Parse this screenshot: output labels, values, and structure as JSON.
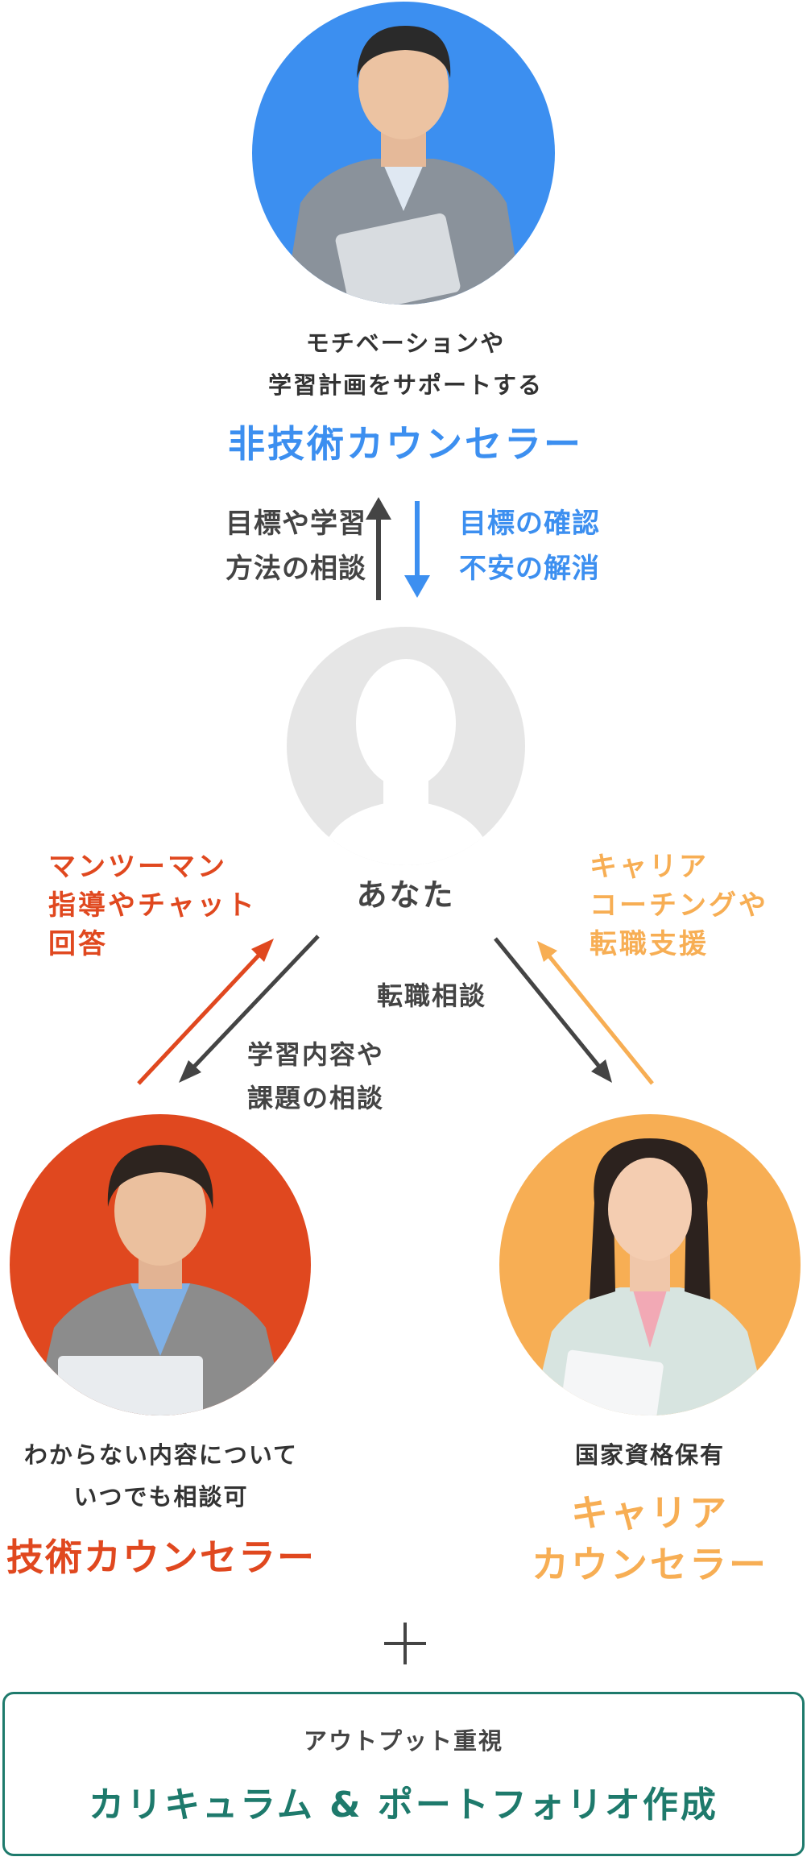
{
  "colors": {
    "blue": "#3c8ff0",
    "red": "#e0481f",
    "orange": "#f7ae54",
    "dark": "#444444",
    "teal": "#1e7a6c",
    "avatar_bg": "#e6e6e6"
  },
  "non_tech": {
    "desc_lines": [
      "モチベーションや",
      "学習計画をサポートする"
    ],
    "role": "非技術カウンセラー"
  },
  "arrows_top": {
    "left_lines": [
      "目標や学習",
      "方法の相談"
    ],
    "right_lines": [
      "目標の確認",
      "不安の解消"
    ]
  },
  "you": {
    "label": "あなた"
  },
  "left_side": {
    "label_lines": [
      "マンツーマン",
      "指導やチャット",
      "回答"
    ],
    "consult_lines": [
      "学習内容や",
      "課題の相談"
    ]
  },
  "right_side": {
    "label_lines": [
      "キャリア",
      "コーチングや",
      "転職支援"
    ],
    "consult": "転職相談"
  },
  "tech": {
    "desc_lines": [
      "わからない内容について",
      "いつでも相談可"
    ],
    "role": "技術カウンセラー"
  },
  "career": {
    "desc": "国家資格保有",
    "role_lines": [
      "キャリア",
      "カウンセラー"
    ]
  },
  "plus": "＋",
  "bottom_box": {
    "subtitle": "アウトプット重視",
    "title": "カリキュラム & ポートフォリオ作成"
  }
}
